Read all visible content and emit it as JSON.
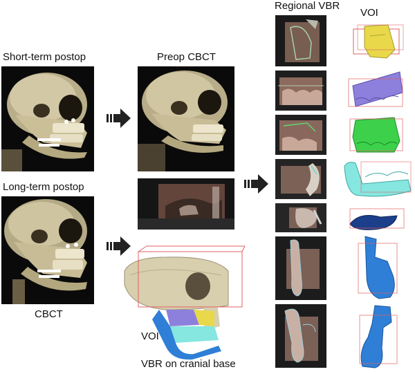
{
  "labels": {
    "short_term": "Short-term postop",
    "long_term": "Long-term postop",
    "cbct": "CBCT",
    "preop": "Preop CBCT",
    "voi_middle": "VOI",
    "vbr_cranial": "VBR on cranial base",
    "regional_vbr": "Regional VBR",
    "voi_right": "VOI"
  },
  "colors": {
    "bone": "#cfc6a4",
    "bone_dark": "#8a8062",
    "overlay": "#c9968a",
    "voi_yellow": "#e8d84a",
    "voi_purple": "#8c80dc",
    "voi_green": "#3dd14b",
    "voi_cyan": "#86e6e0",
    "voi_blue": "#2f7fd6",
    "voi_navy": "#1b3f8a",
    "box_red": "#e06060"
  },
  "regional_rows": [
    {
      "voi": "maxilla-yellow",
      "color_key": "voi_yellow"
    },
    {
      "voi": "maxilla-purple",
      "color_key": "voi_purple"
    },
    {
      "voi": "maxilla-green",
      "color_key": "voi_green"
    },
    {
      "voi": "mandible-cyan",
      "color_key": "voi_cyan"
    },
    {
      "voi": "chin-navy",
      "color_key": "voi_navy"
    },
    {
      "voi": "ramus-blue",
      "color_key": "voi_blue"
    },
    {
      "voi": "ramus-blue-2",
      "color_key": "voi_blue"
    }
  ]
}
